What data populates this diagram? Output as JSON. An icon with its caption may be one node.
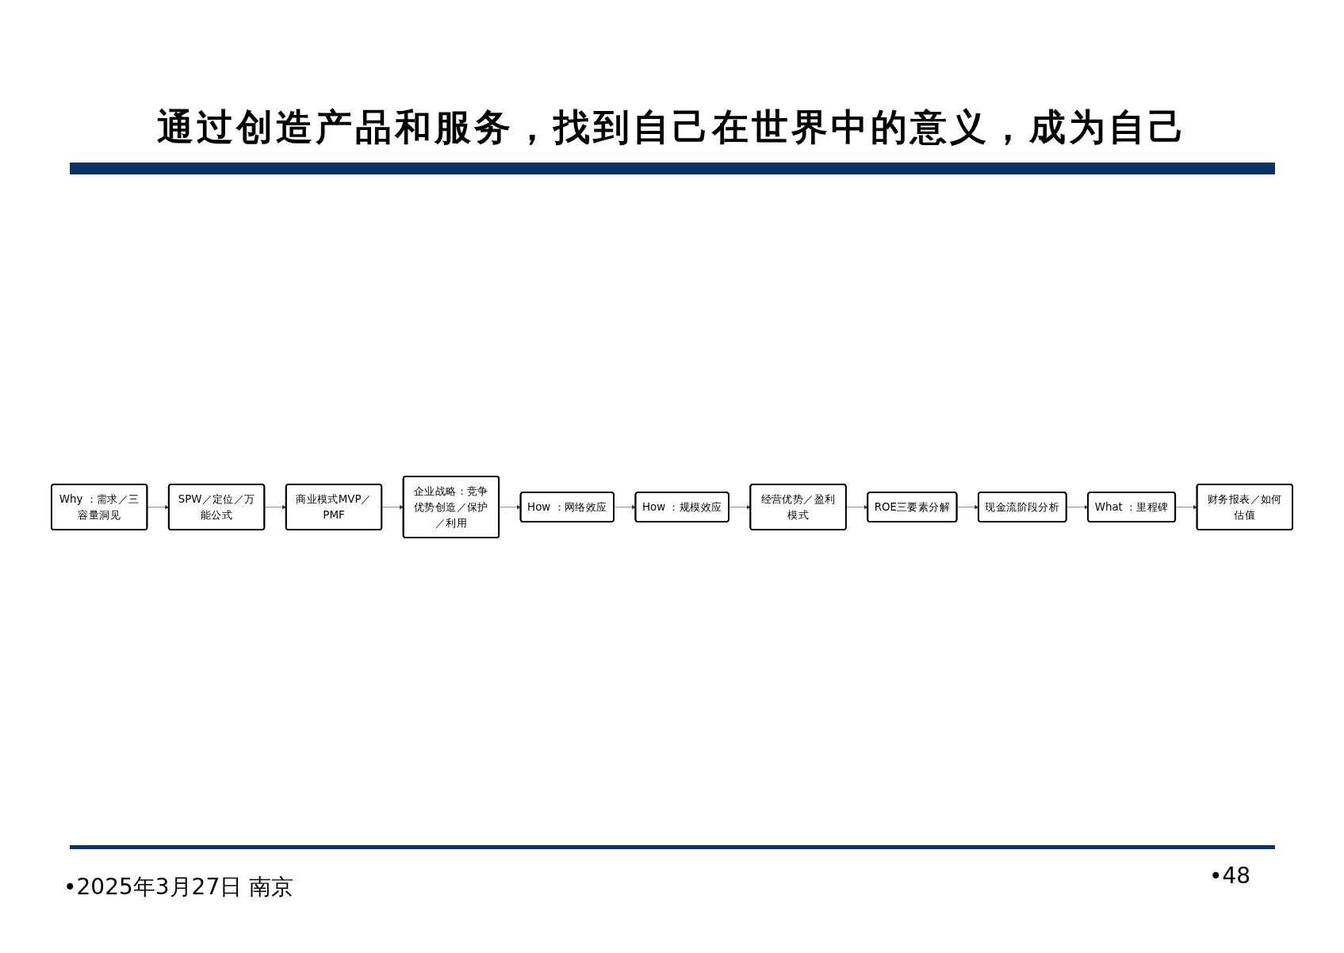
{
  "diagram": {
    "title": "通过创造产品和服务，找到自己在世界中的意义，成为自己",
    "nodes": [
      {
        "text": [
          "Why ：需求／三容量洞见"
        ]
      },
      {
        "text": [
          "SPW／定位／万能公式"
        ]
      },
      {
        "text": [
          "商业模式MVP／PMF"
        ]
      },
      {
        "text": [
          "企业战略：竞争优势创造／保护／利用"
        ]
      },
      {
        "text": [
          "ROE三要素分解"
        ]
      },
      {
        "text": [
          "经营优势／盈利模式"
        ]
      },
      {
        "text": [
          "How ：规模效应"
        ]
      },
      {
        "text": [
          "How ：网络效应"
        ]
      },
      {
        "text": [
          "现金流阶段分析"
        ]
      },
      {
        "text": [
          "What ：里程碑"
        ]
      },
      {
        "text": [
          "财务报表／如何估值"
        ]
      }
    ],
    "edges": [
      {
        "from": 0,
        "to": 1,
        "arrow": "to"
      },
      {
        "from": 1,
        "to": 2,
        "arrow": "to"
      },
      {
        "from": 2,
        "to": 3,
        "arrow": "to"
      },
      {
        "from": 3,
        "to": 7,
        "arrow": "to"
      },
      {
        "from": 7,
        "to": 6,
        "arrow": "to"
      },
      {
        "from": 6,
        "to": 5,
        "arrow": "to"
      },
      {
        "from": 5,
        "to": 4,
        "arrow": "to"
      },
      {
        "from": 4,
        "to": 8,
        "arrow": "to"
      },
      {
        "from": 8,
        "to": 9,
        "arrow": "to"
      },
      {
        "from": 9,
        "to": 10,
        "arrow": "to"
      }
    ],
    "labels": [
      "•2025年3月27日 南京",
      "•48"
    ]
  }
}
